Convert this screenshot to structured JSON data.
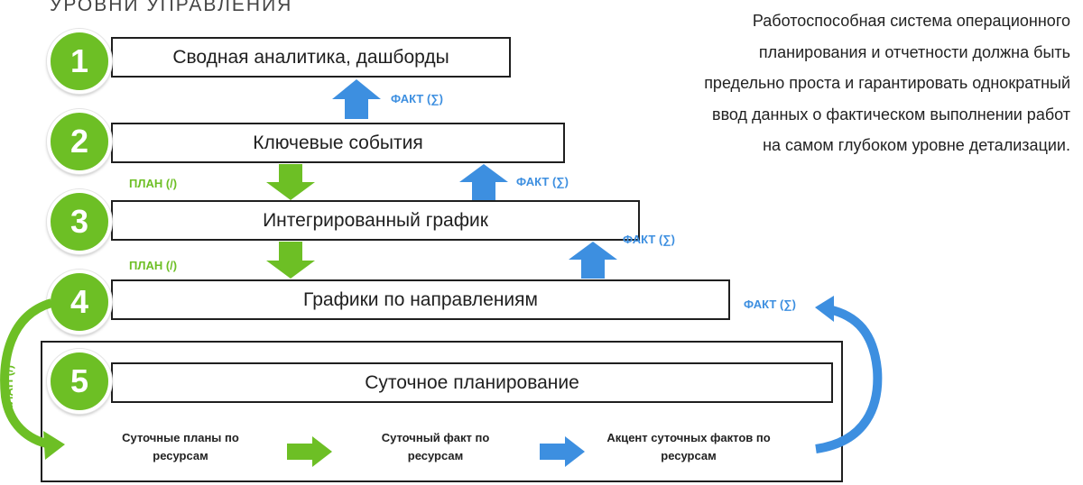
{
  "title": "УРОВНИ УПРАВЛЕНИЯ",
  "levels": [
    {
      "num": "1",
      "label": "Сводная аналитика, дашборды"
    },
    {
      "num": "2",
      "label": "Ключевые события"
    },
    {
      "num": "3",
      "label": "Интегрированный график"
    },
    {
      "num": "4",
      "label": "Графики по направлениям"
    },
    {
      "num": "5",
      "label": "Суточное планирование"
    }
  ],
  "labels": {
    "fact": "ФАКТ (∑)",
    "plan": "ПЛАН (/)"
  },
  "sub_steps": [
    "Суточные планы по ресурсам",
    "Суточный факт по ресурсам",
    "Акцент суточных фактов по ресурсам"
  ],
  "description": "Работоспособная система операционного планирования и отчетности должна быть предельно проста и гарантировать однократный ввод данных о фактическом выполнении работ на самом глубоком уровне детализации.",
  "colors": {
    "green": "#6dbf25",
    "blue": "#3d8fe0",
    "border": "#1f1f1f"
  }
}
